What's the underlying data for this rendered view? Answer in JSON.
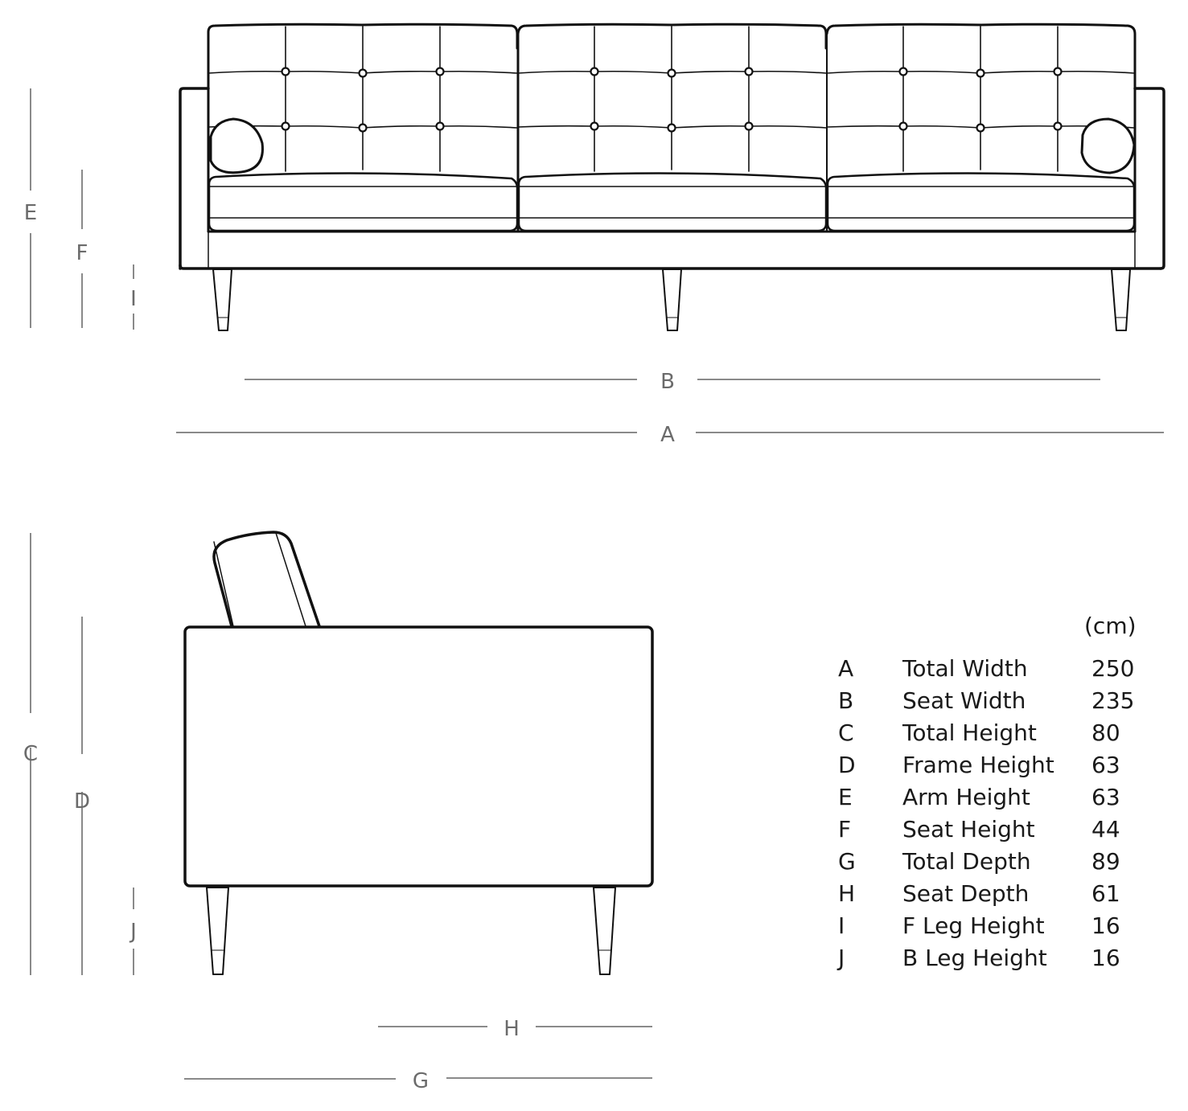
{
  "diagram": {
    "front_view": {
      "dimension_labels": {
        "A": "A",
        "B": "B",
        "E": "E",
        "F": "F",
        "I": "I"
      }
    },
    "side_view": {
      "dimension_labels": {
        "C": "C",
        "D": "D",
        "J": "J",
        "G": "G",
        "H": "H"
      }
    }
  },
  "spec_table": {
    "unit": "(cm)",
    "rows": [
      {
        "key": "A",
        "name": "Total Width",
        "value": "250"
      },
      {
        "key": "B",
        "name": "Seat Width",
        "value": "235"
      },
      {
        "key": "C",
        "name": "Total Height",
        "value": "80"
      },
      {
        "key": "D",
        "name": "Frame Height",
        "value": "63"
      },
      {
        "key": "E",
        "name": "Arm Height",
        "value": "63"
      },
      {
        "key": "F",
        "name": "Seat Height",
        "value": "44"
      },
      {
        "key": "G",
        "name": "Total Depth",
        "value": "89"
      },
      {
        "key": "H",
        "name": "Seat Depth",
        "value": "61"
      },
      {
        "key": "I",
        "name": "F Leg Height",
        "value": "16"
      },
      {
        "key": "J",
        "name": "B Leg Height",
        "value": "16"
      }
    ]
  },
  "colors": {
    "line": "#111111",
    "dimension": "#8a8a8a",
    "label": "#6b6b6b",
    "text": "#1a1a1a"
  }
}
